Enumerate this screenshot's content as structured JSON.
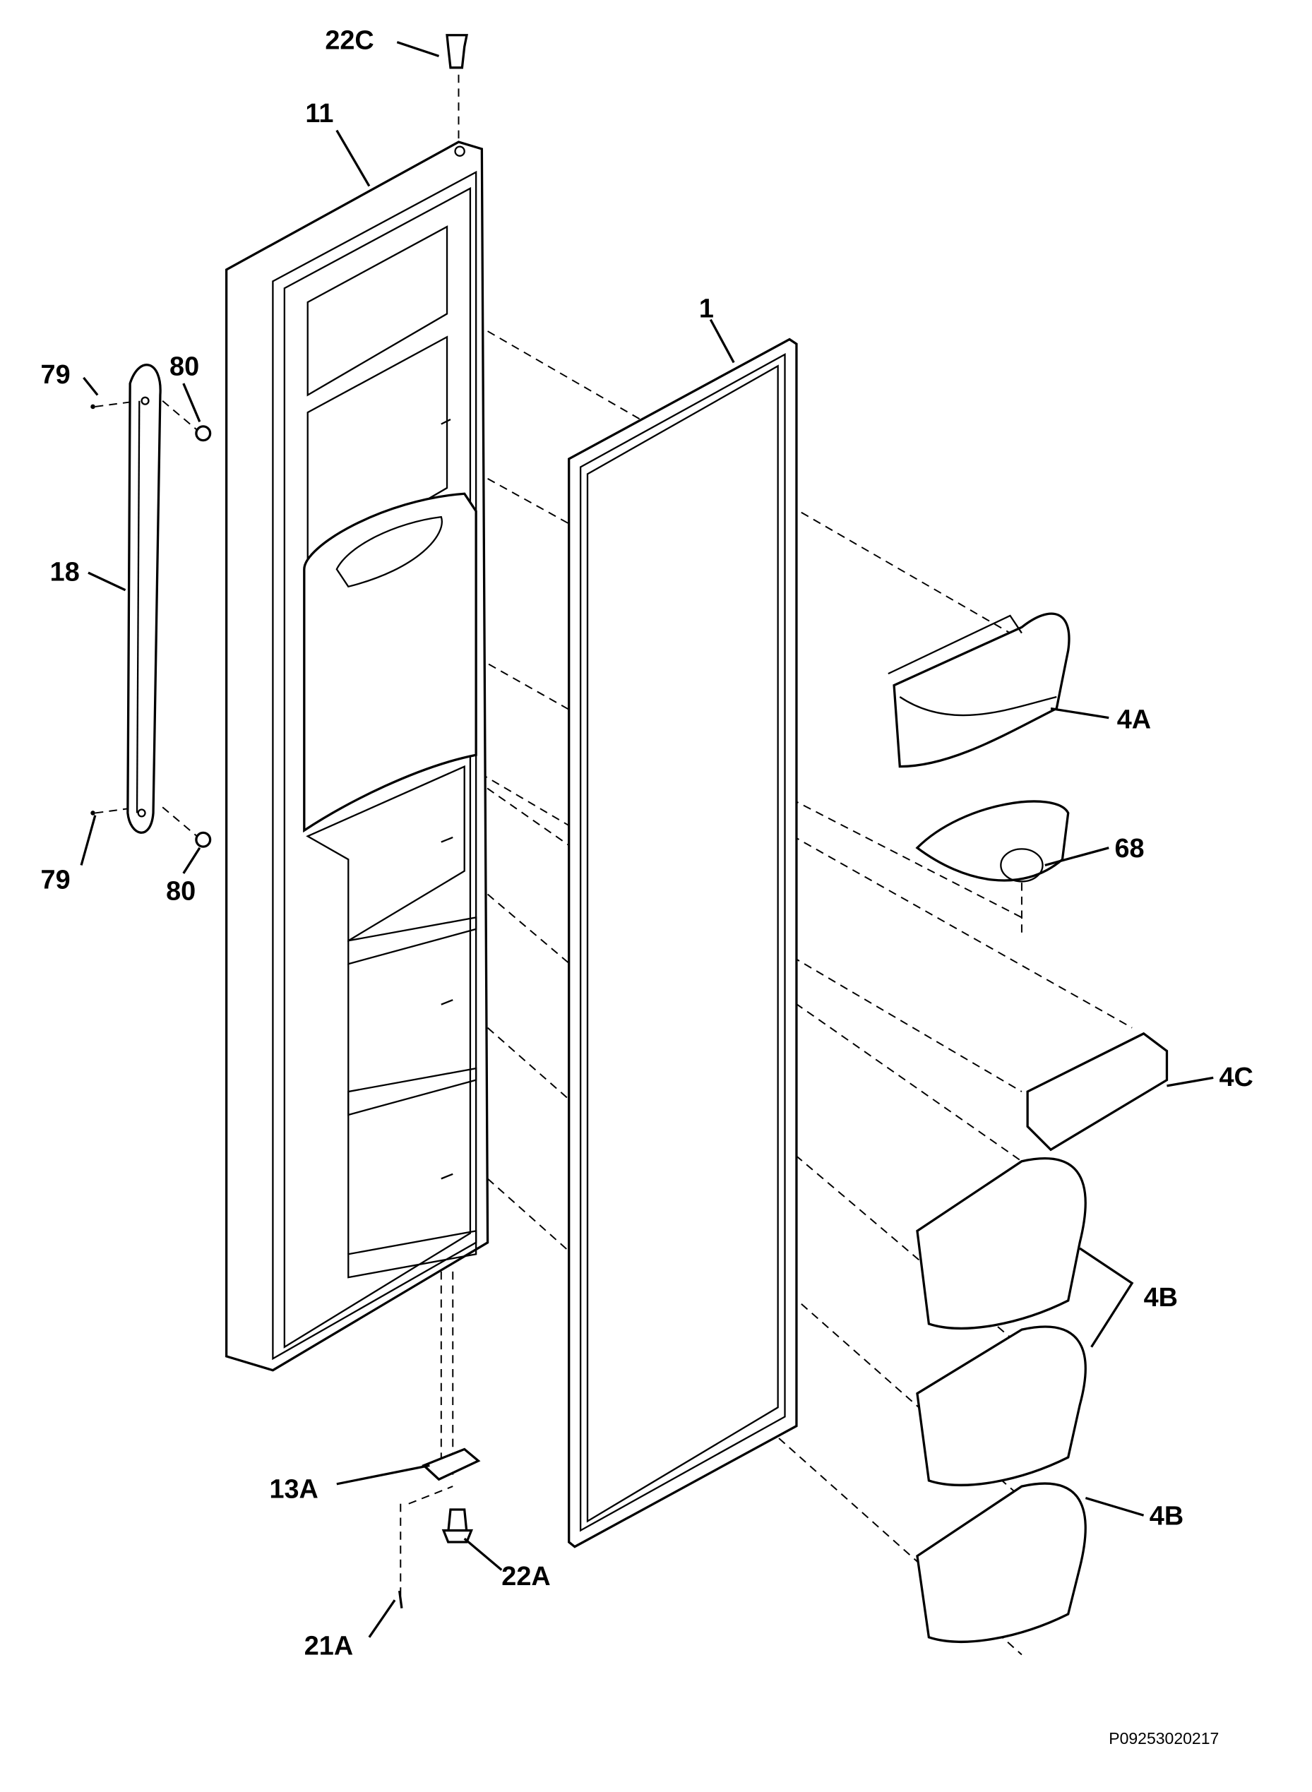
{
  "diagram": {
    "title": "Freezer door exploded parts diagram",
    "labels": {
      "p22C": "22C",
      "p11": "11",
      "p1": "1",
      "p79_top": "79",
      "p80_top": "80",
      "p18": "18",
      "p79_bottom": "79",
      "p80_bottom": "80",
      "p4A": "4A",
      "p68": "68",
      "p4C": "4C",
      "p4B_1": "4B",
      "p4B_2": "4B",
      "p13A": "13A",
      "p22A": "22A",
      "p21A": "21A"
    },
    "footer_code": "P09253020217"
  }
}
